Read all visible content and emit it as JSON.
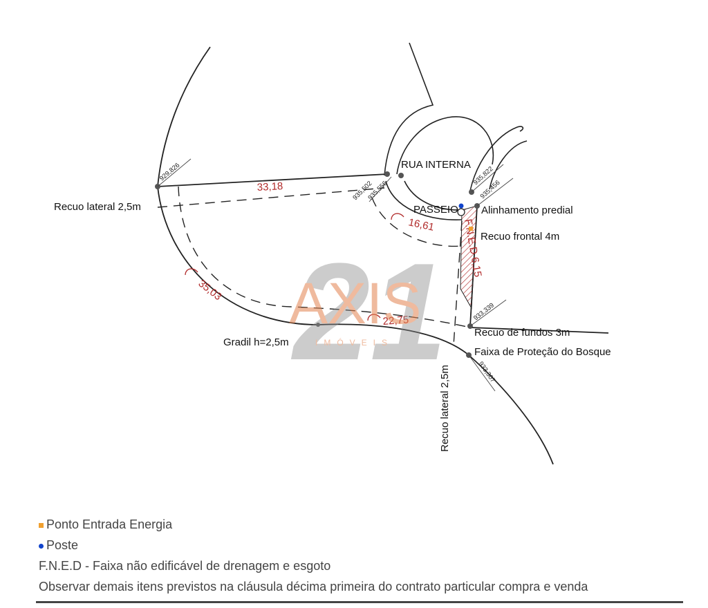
{
  "plan": {
    "street_label": "RUA INTERNA",
    "sidewalk_label": "PASSEIO",
    "labels": {
      "side_setback_left": "Recuo lateral 2,5m",
      "building_alignment": "Alinhamento predial",
      "front_setback": "Recuo frontal 4m",
      "rear_setback": "Recuo de fundos 3m",
      "forest_protection": "Faixa de Proteção do Bosque",
      "railing": "Gradil h=2,5m",
      "side_setback_right": "Recuo lateral 2,5m",
      "fned_strip": "F.N.E.D 6,15"
    },
    "dimensions": {
      "top": "33,18",
      "curve_top": "16,61",
      "curve_left": "35,03",
      "curve_bottom": "22,75"
    },
    "elevations": {
      "left": "929,826",
      "top_a": "935,502",
      "top_b": "935,556",
      "right_a": "935,822",
      "right_b": "935,456",
      "right_mid": "933,339",
      "right_bottom": "933,307"
    },
    "colors": {
      "line": "#222222",
      "dimension": "#b12a2a",
      "energy_point": "#f0a030",
      "pole": "#1144cc"
    }
  },
  "watermark": {
    "brand": "AXIS",
    "number": "21",
    "tagline": "IMÓVEIS"
  },
  "legend": {
    "energy_point": "Ponto Entrada Energia",
    "pole": "Poste",
    "fned_definition": "F.N.E.D - Faixa não edificável de drenagem e esgoto",
    "note": "Observar demais itens previstos na cláusula décima primeira do contrato particular compra e venda"
  }
}
